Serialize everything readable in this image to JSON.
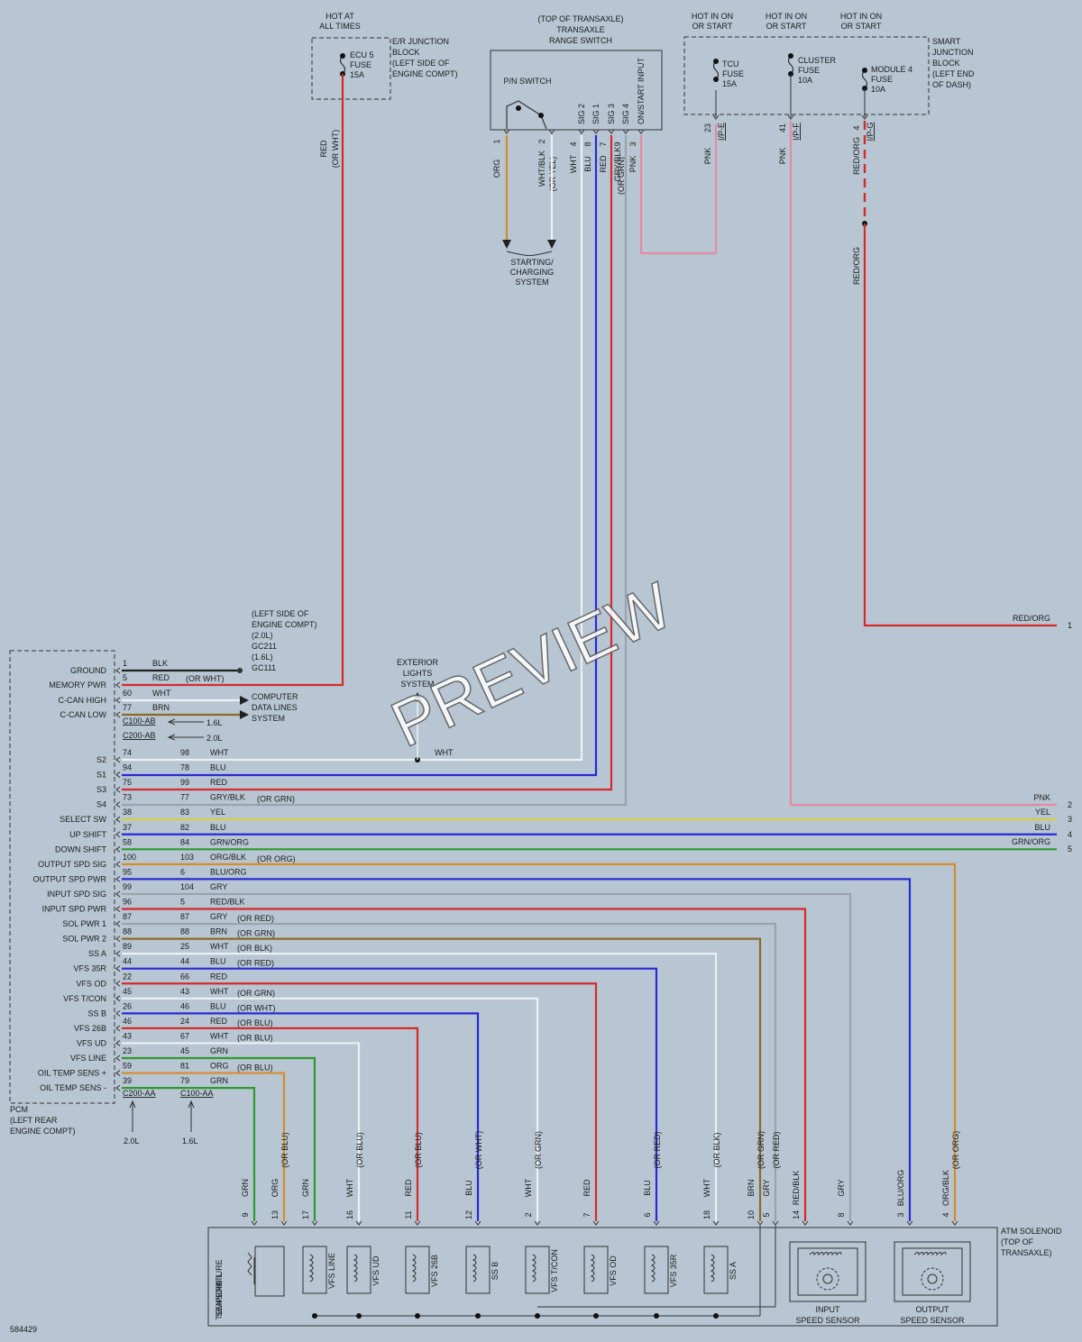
{
  "figure_id": "584429",
  "watermark": "PREVIEW",
  "top": {
    "hot_all_times": [
      "HOT AT",
      "ALL TIMES"
    ],
    "er_block": [
      "E/R JUNCTION",
      "BLOCK",
      "(LEFT SIDE OF",
      "ENGINE COMPT)"
    ],
    "ecu_fuse": [
      "ECU 5",
      "FUSE",
      "15A"
    ],
    "red_wire": [
      "RED",
      "(OR WHT)"
    ],
    "range_title": [
      "(TOP OF TRANSAXLE)",
      "TRANSAXLE",
      "RANGE SWITCH"
    ],
    "pn_switch": "P/N SWITCH",
    "range_pins": [
      {
        "name": "SIG 2",
        "pin": "4",
        "color": "WHT"
      },
      {
        "name": "SIG 1",
        "pin": "8",
        "color": "BLU"
      },
      {
        "name": "SIG 3",
        "pin": "7",
        "color": "RED"
      },
      {
        "name": "SIG 4",
        "pin": "9",
        "color": "GRY/BLK"
      },
      {
        "name": "ON/START INPUT",
        "pin": "3",
        "color": "PNK"
      }
    ],
    "pn_pins": [
      {
        "pin": "1",
        "color": "ORG"
      },
      {
        "pin": "2",
        "color": "WHT/BLK",
        "alt": "(OR YEL)"
      }
    ],
    "or_grn": "(OR GRN)",
    "starting": [
      "STARTING/",
      "CHARGING",
      "SYSTEM"
    ],
    "hot_run": [
      "HOT IN ON",
      "OR START"
    ],
    "tcu_fuse": [
      "TCU",
      "FUSE",
      "15A"
    ],
    "cluster_fuse": [
      "CLUSTER",
      "FUSE",
      "10A"
    ],
    "module_fuse": [
      "MODULE 4",
      "FUSE",
      "10A"
    ],
    "smart_block": [
      "SMART",
      "JUNCTION",
      "BLOCK",
      "(LEFT END",
      "OF DASH)"
    ],
    "sjb_pins": [
      {
        "pin": "23",
        "conn": "I/P-E",
        "color": "PNK"
      },
      {
        "pin": "41",
        "conn": "I/P-F",
        "color": "PNK"
      },
      {
        "pin": "4",
        "conn": "I/P-G",
        "color": "RED/ORG"
      }
    ],
    "red_org_lower": "RED/ORG"
  },
  "pcm": {
    "label": [
      "PCM",
      "(LEFT REAR",
      "ENGINE COMPT)"
    ],
    "ground_note": [
      "(LEFT SIDE OF",
      "ENGINE COMPT)",
      "(2.0L)",
      "GC211",
      "(1.6L)",
      "GC111"
    ],
    "or_wht": "(OR WHT)",
    "cdl": [
      "COMPUTER",
      "DATA LINES",
      "SYSTEM"
    ],
    "c100ab": "C100-AB",
    "c200ab": "C200-AB",
    "l16": "1.6L",
    "l20": "2.0L",
    "ext_lights": [
      "EXTERIOR",
      "LIGHTS",
      "SYSTEM"
    ],
    "wht_tap": "WHT",
    "c200aa": "C200-AA",
    "c100aa": "C100-AA",
    "top_rows": [
      {
        "name": "GROUND",
        "p1": "1",
        "color": "BLK"
      },
      {
        "name": "MEMORY PWR",
        "p1": "5",
        "color": "RED"
      },
      {
        "name": "C-CAN HIGH",
        "p1": "60",
        "color": "WHT"
      },
      {
        "name": "C-CAN LOW",
        "p1": "77",
        "color": "BRN"
      }
    ],
    "rows": [
      {
        "name": "S2",
        "p1": "74",
        "p2": "98",
        "color": "WHT",
        "alt": ""
      },
      {
        "name": "S1",
        "p1": "94",
        "p2": "78",
        "color": "BLU",
        "alt": ""
      },
      {
        "name": "S3",
        "p1": "75",
        "p2": "99",
        "color": "RED",
        "alt": ""
      },
      {
        "name": "S4",
        "p1": "73",
        "p2": "77",
        "color": "GRY/BLK",
        "alt": "(OR GRN)"
      },
      {
        "name": "SELECT SW",
        "p1": "38",
        "p2": "83",
        "color": "YEL",
        "alt": ""
      },
      {
        "name": "UP SHIFT",
        "p1": "37",
        "p2": "82",
        "color": "BLU",
        "alt": ""
      },
      {
        "name": "DOWN SHIFT",
        "p1": "58",
        "p2": "84",
        "color": "GRN/ORG",
        "alt": ""
      },
      {
        "name": "OUTPUT SPD SIG",
        "p1": "100",
        "p2": "103",
        "color": "ORG/BLK",
        "alt": "(OR ORG)"
      },
      {
        "name": "OUTPUT SPD PWR",
        "p1": "95",
        "p2": "6",
        "color": "BLU/ORG",
        "alt": ""
      },
      {
        "name": "INPUT SPD SIG",
        "p1": "99",
        "p2": "104",
        "color": "GRY",
        "alt": ""
      },
      {
        "name": "INPUT SPD PWR",
        "p1": "96",
        "p2": "5",
        "color": "RED/BLK",
        "alt": ""
      },
      {
        "name": "SOL PWR 1",
        "p1": "87",
        "p2": "87",
        "color": "GRY",
        "alt": "(OR RED)"
      },
      {
        "name": "SOL PWR 2",
        "p1": "88",
        "p2": "88",
        "color": "BRN",
        "alt": "(OR GRN)"
      },
      {
        "name": "SS A",
        "p1": "89",
        "p2": "25",
        "color": "WHT",
        "alt": "(OR BLK)"
      },
      {
        "name": "VFS 35R",
        "p1": "44",
        "p2": "44",
        "color": "BLU",
        "alt": "(OR RED)"
      },
      {
        "name": "VFS OD",
        "p1": "22",
        "p2": "66",
        "color": "RED",
        "alt": ""
      },
      {
        "name": "VFS T/CON",
        "p1": "45",
        "p2": "43",
        "color": "WHT",
        "alt": "(OR GRN)"
      },
      {
        "name": "SS B",
        "p1": "26",
        "p2": "46",
        "color": "BLU",
        "alt": "(OR WHT)"
      },
      {
        "name": "VFS 26B",
        "p1": "46",
        "p2": "24",
        "color": "RED",
        "alt": "(OR BLU)"
      },
      {
        "name": "VFS UD",
        "p1": "43",
        "p2": "67",
        "color": "WHT",
        "alt": "(OR BLU)"
      },
      {
        "name": "VFS LINE",
        "p1": "23",
        "p2": "45",
        "color": "GRN",
        "alt": ""
      },
      {
        "name": "OIL TEMP SENS +",
        "p1": "59",
        "p2": "81",
        "color": "ORG",
        "alt": "(OR BLU)"
      },
      {
        "name": "OIL TEMP SENS -",
        "p1": "39",
        "p2": "79",
        "color": "GRN",
        "alt": ""
      }
    ]
  },
  "right_side": [
    {
      "label": "RED/ORG",
      "num": "1"
    },
    {
      "label": "PNK",
      "num": "2"
    },
    {
      "label": "YEL",
      "num": "3"
    },
    {
      "label": "BLU",
      "num": "4"
    },
    {
      "label": "GRN/ORG",
      "num": "5"
    }
  ],
  "atm": {
    "label": [
      "ATM SOLENOID",
      "(TOP OF",
      "TRANSAXLE)"
    ],
    "oil_temp": [
      "OIL",
      "TEMPERATURE",
      "SENSOR"
    ],
    "bottom_pins": [
      {
        "pin": "9",
        "color": "GRN",
        "alt": ""
      },
      {
        "pin": "13",
        "color": "ORG",
        "alt": "(OR BLU)"
      },
      {
        "pin": "17",
        "color": "GRN",
        "alt": ""
      },
      {
        "pin": "16",
        "color": "WHT",
        "alt": "(OR BLU)"
      },
      {
        "pin": "11",
        "color": "RED",
        "alt": "(OR BLU)"
      },
      {
        "pin": "12",
        "color": "BLU",
        "alt": "(OR WHT)"
      },
      {
        "pin": "2",
        "color": "WHT",
        "alt": "(OR GRN)"
      },
      {
        "pin": "7",
        "color": "RED",
        "alt": ""
      },
      {
        "pin": "6",
        "color": "BLU",
        "alt": "(OR RED)"
      },
      {
        "pin": "18",
        "color": "WHT",
        "alt": "(OR BLK)"
      },
      {
        "pin": "10",
        "color": "BRN",
        "alt": "(OR GRN)"
      },
      {
        "pin": "5",
        "color": "GRY",
        "alt": "(OR RED)"
      },
      {
        "pin": "14",
        "color": "RED/BLK",
        "alt": ""
      },
      {
        "pin": "8",
        "color": "GRY",
        "alt": ""
      },
      {
        "pin": "3",
        "color": "BLU/ORG",
        "alt": ""
      },
      {
        "pin": "4",
        "color": "ORG/BLK",
        "alt": "(OR ORG)"
      }
    ],
    "solenoids": [
      "VFS LINE",
      "VFS UD",
      "VFS 26B",
      "SS B",
      "VFS T/CON",
      "VFS OD",
      "VFS 35R",
      "SS A"
    ],
    "input_sensor": [
      "INPUT",
      "SPEED SENSOR"
    ],
    "output_sensor": [
      "OUTPUT",
      "SPEED SENSOR"
    ]
  },
  "wire_colors": {
    "red": "#d62b2b",
    "blue": "#2a2ad6",
    "white": "#eef0f2",
    "gray": "#9aa3aa",
    "pink": "#e48aa3",
    "yellow": "#d8d23a",
    "green": "#2f9a2f",
    "orange": "#d98a2a",
    "brown": "#8a6a2a",
    "black": "#1e1e1e"
  }
}
